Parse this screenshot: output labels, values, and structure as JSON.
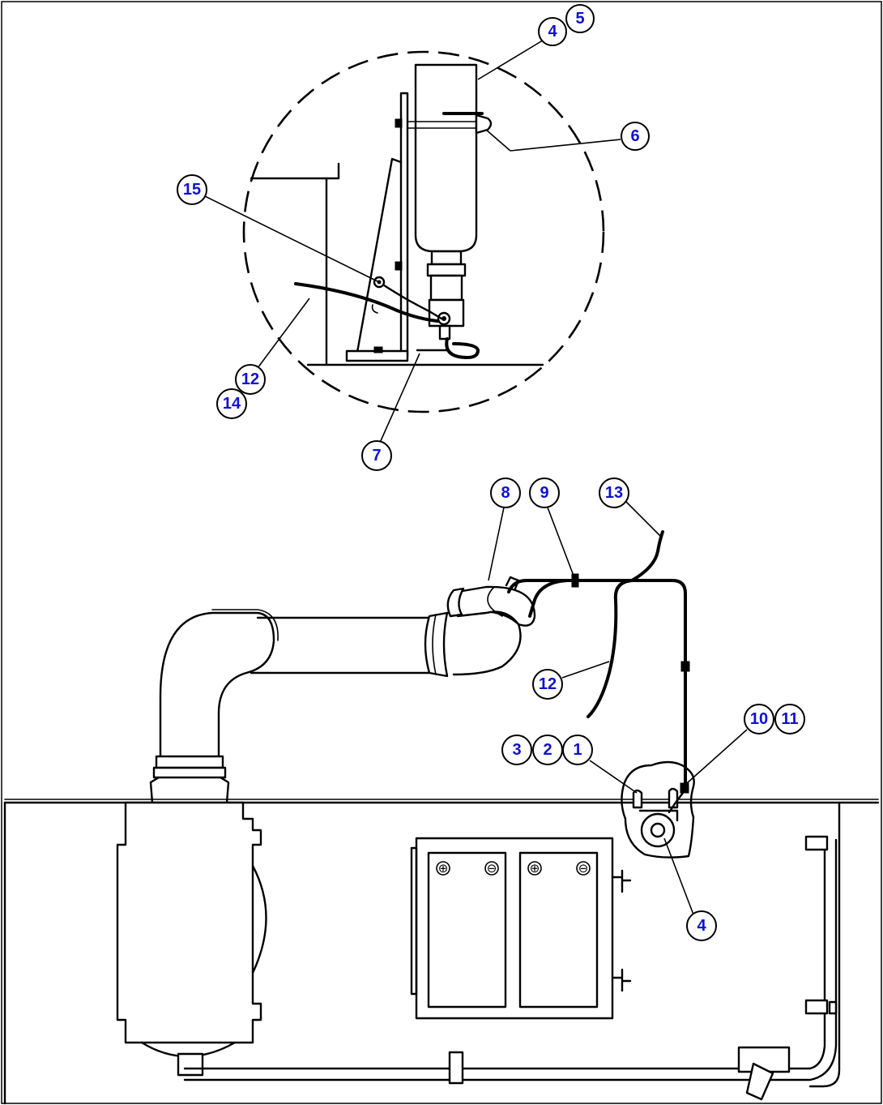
{
  "callouts": [
    {
      "id": "c4-top",
      "label": "4"
    },
    {
      "id": "c5",
      "label": "5"
    },
    {
      "id": "c6",
      "label": "6"
    },
    {
      "id": "c15",
      "label": "15"
    },
    {
      "id": "c12-top",
      "label": "12"
    },
    {
      "id": "c14",
      "label": "14"
    },
    {
      "id": "c7",
      "label": "7"
    },
    {
      "id": "c8",
      "label": "8"
    },
    {
      "id": "c9",
      "label": "9"
    },
    {
      "id": "c13",
      "label": "13"
    },
    {
      "id": "c12-mid",
      "label": "12"
    },
    {
      "id": "c10",
      "label": "10"
    },
    {
      "id": "c11",
      "label": "11"
    },
    {
      "id": "c3",
      "label": "3"
    },
    {
      "id": "c2",
      "label": "2"
    },
    {
      "id": "c1",
      "label": "1"
    },
    {
      "id": "c4-bottom",
      "label": "4"
    }
  ],
  "battery_terminals": {
    "positive": "⊕",
    "negative": "⊖"
  },
  "colors": {
    "callout_text": "#1010d0",
    "line": "#000000",
    "background": "#ffffff"
  }
}
